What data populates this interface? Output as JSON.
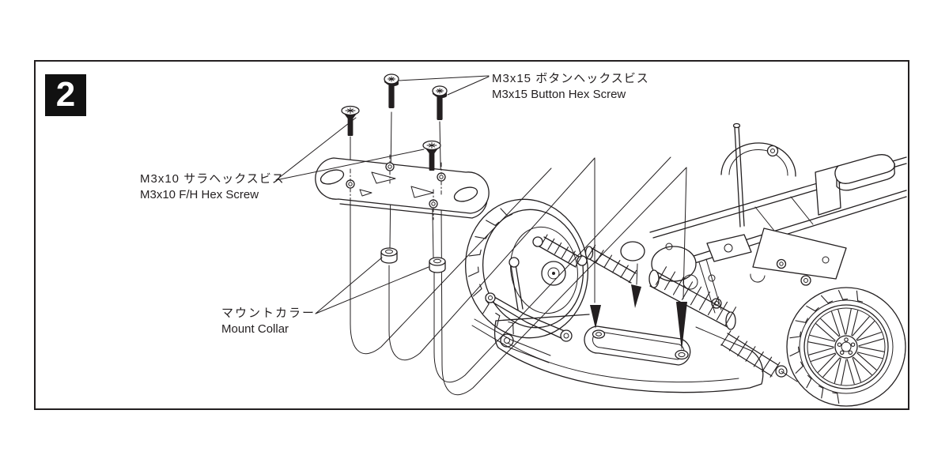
{
  "step": {
    "number": "2"
  },
  "labels": {
    "button_screw": {
      "jp": "M3x15 ボタンヘックスビス",
      "en": "M3x15 Button Hex Screw"
    },
    "fh_screw": {
      "jp": "M3x10 サラヘックスビス",
      "en": "M3x10 F/H Hex Screw"
    },
    "mount_collar": {
      "jp": "マウントカラー",
      "en": "Mount Collar"
    }
  },
  "colors": {
    "line": "#231f20",
    "background": "#ffffff",
    "step_box": "#111111",
    "step_text": "#ffffff"
  }
}
